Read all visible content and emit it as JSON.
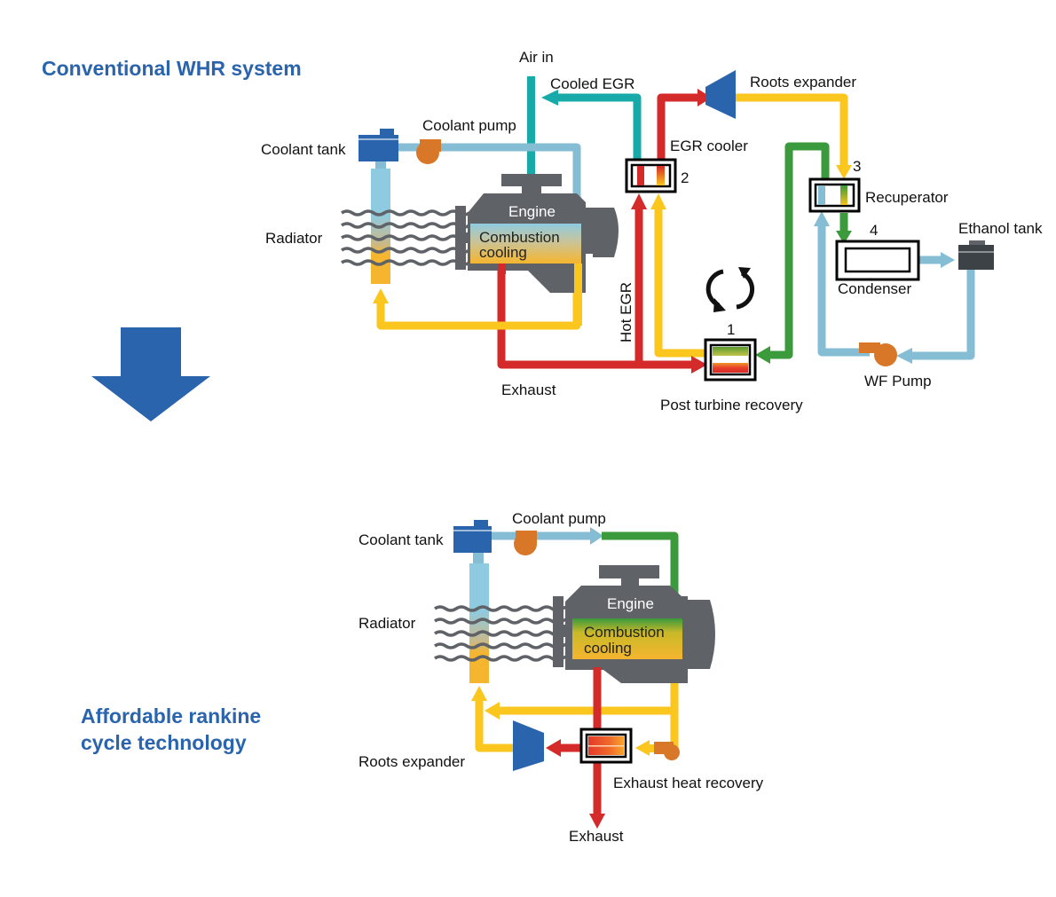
{
  "colors": {
    "title_blue": "#2a64ad",
    "component_blue": "#2a64ad",
    "engine_gray": "#5f6368",
    "exhaust_red": "#d42a2a",
    "hot_yellow": "#fbc61e",
    "cooled_teal": "#17aaa9",
    "coolant_light_blue": "#85bdd4",
    "recuperated_green": "#3b9a3b",
    "pump_orange": "#d97728"
  },
  "top": {
    "title": "Conventional WHR system",
    "labels": {
      "air_in": "Air in",
      "cooled_egr": "Cooled EGR",
      "roots_expander": "Roots expander",
      "coolant_pump": "Coolant pump",
      "coolant_tank": "Coolant tank",
      "egr_cooler": "EGR cooler",
      "egr_cooler_num": "2",
      "recuperator_num": "3",
      "recuperator": "Recuperator",
      "condenser_num": "4",
      "ethanol_tank": "Ethanol tank",
      "radiator": "Radiator",
      "engine": "Engine",
      "combustion_line1": "Combustion",
      "combustion_line2": "cooling",
      "condenser": "Condenser",
      "hot_egr": "Hot EGR",
      "ptr_num": "1",
      "exhaust": "Exhaust",
      "wf_pump": "WF Pump",
      "post_turbine_recovery": "Post turbine recovery"
    }
  },
  "bottom": {
    "title_line1": "Affordable rankine",
    "title_line2": "cycle technology",
    "labels": {
      "coolant_pump": "Coolant pump",
      "coolant_tank": "Coolant tank",
      "radiator": "Radiator",
      "engine": "Engine",
      "combustion_line1": "Combustion",
      "combustion_line2": "cooling",
      "roots_expander": "Roots expander",
      "exhaust_heat_recovery": "Exhaust heat recovery",
      "exhaust": "Exhaust"
    }
  },
  "icons": {
    "transition": "down-arrow-icon",
    "cycle": "cycle-arrows-icon"
  }
}
